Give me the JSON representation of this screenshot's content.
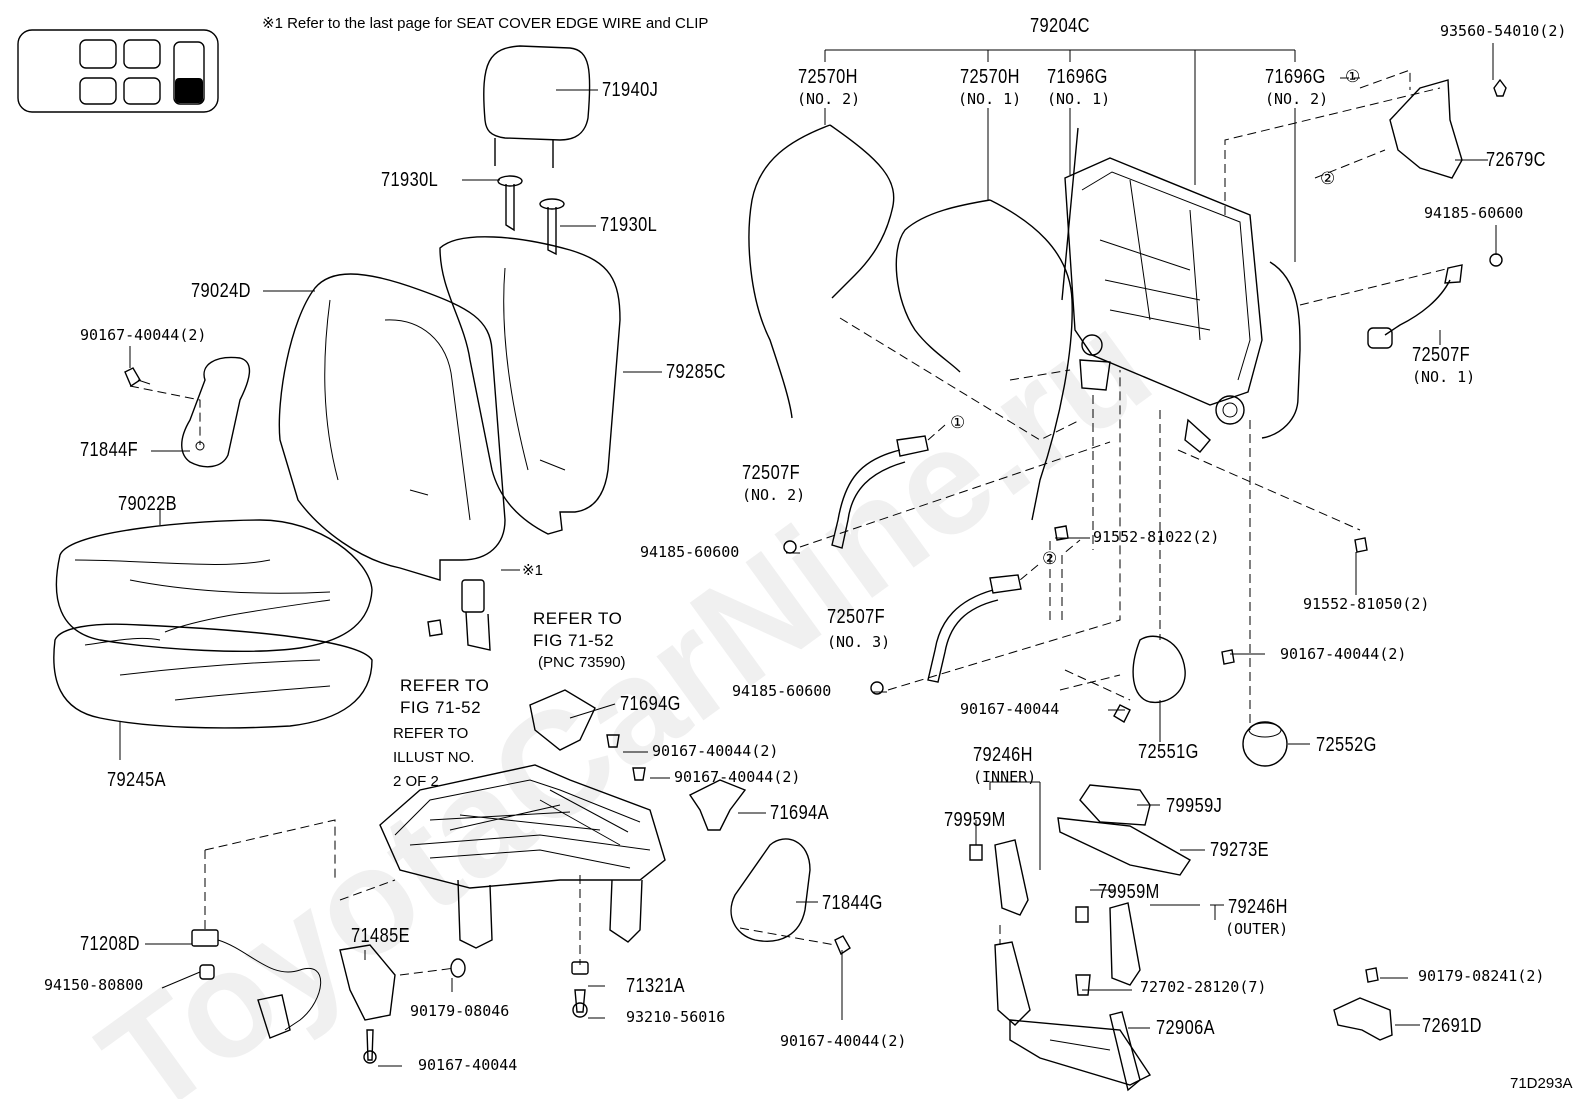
{
  "header_note": "※1 Refer to the last page for SEAT COVER EDGE WIRE and CLIP",
  "diagram_code": "71D293A",
  "watermark": "ToyotaCarNine.ru",
  "callout_markers": {
    "one": "①",
    "two": "②",
    "note_mark": "※1"
  },
  "parts": {
    "p71940J": "71940J",
    "p71930L_a": "71930L",
    "p71930L_b": "71930L",
    "p79024D": "79024D",
    "p79285C": "79285C",
    "p90167_40044_2_a": "90167-40044(2)",
    "p71844F": "71844F",
    "p79022B": "79022B",
    "p79245A": "79245A",
    "p79204C": "79204C",
    "p72570H_a": "72570H",
    "p72570H_a_sub": "(NO. 2)",
    "p72570H_b": "72570H",
    "p72570H_b_sub": "(NO. 1)",
    "p71696G_a": "71696G",
    "p71696G_a_sub": "(NO. 1)",
    "p71696G_b": "71696G",
    "p71696G_b_sub": "(NO. 2)",
    "p93560": "93560-54010(2)",
    "p72679C": "72679C",
    "p94185_60600_a": "94185-60600",
    "p72507F_no1": "72507F",
    "p72507F_no1_sub": "(NO. 1)",
    "p72507F_no2": "72507F",
    "p72507F_no2_sub": "(NO. 2)",
    "p94185_60600_b": "94185-60600",
    "p91552_81022": "91552-81022(2)",
    "p91552_81050": "91552-81050(2)",
    "p72507F_no3": "72507F",
    "p72507F_no3_sub": "(NO. 3)",
    "p94185_60600_c": "94185-60600",
    "p90167_40044_2_b": "90167-40044(2)",
    "p90167_40044_a": "90167-40044",
    "p72551G": "72551G",
    "p72552G": "72552G",
    "p71694G": "71694G",
    "p90167_40044_2_c": "90167-40044(2)",
    "p90167_40044_2_d": "90167-40044(2)",
    "p71694A": "71694A",
    "p79246H_inner": "79246H",
    "p79246H_inner_sub": "(INNER)",
    "p79959M_a": "79959M",
    "p79959J": "79959J",
    "p79273E": "79273E",
    "p79959M_b": "79959M",
    "p79246H_outer": "79246H",
    "p79246H_outer_sub": "(OUTER)",
    "p71844G": "71844G",
    "p71208D": "71208D",
    "p94150_80800": "94150-80800",
    "p71485E": "71485E",
    "p90179_08046": "90179-08046",
    "p90167_40044_b": "90167-40044",
    "p71321A": "71321A",
    "p93210_56016": "93210-56016",
    "p90167_40044_2_e": "90167-40044(2)",
    "p72702_28120": "72702-28120(7)",
    "p72906A": "72906A",
    "p90179_08241": "90179-08241(2)",
    "p72691D": "72691D"
  },
  "references": {
    "ref_fig_a_1": "REFER TO",
    "ref_fig_a_2": "FIG 71-52",
    "ref_fig_a_3": "(PNC 73590)",
    "ref_fig_b_1": "REFER TO",
    "ref_fig_b_2": "FIG 71-52",
    "ref_illust_1": "REFER TO",
    "ref_illust_2": "ILLUST NO.",
    "ref_illust_3": "2 OF 2"
  }
}
